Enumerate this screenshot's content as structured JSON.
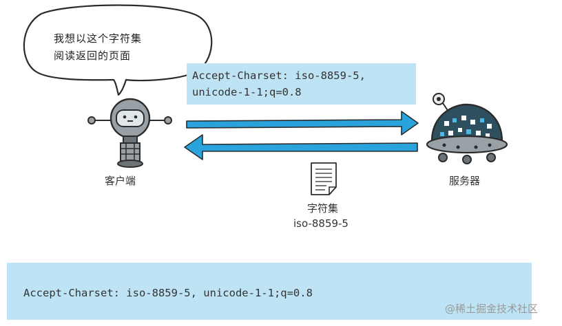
{
  "bubble": {
    "line1": "我想以这个字符集",
    "line2": "阅读返回的页面"
  },
  "request_header": {
    "line1": "Accept-Charset: iso-8859-5,",
    "line2": "unicode-1-1;q=0.8"
  },
  "client": {
    "label": "客户端"
  },
  "server": {
    "label": "服务器"
  },
  "document": {
    "label": "字符集",
    "value": "iso-8859-5"
  },
  "summary": {
    "text": "Accept-Charset: iso-8859-5, unicode-1-1;q=0.8"
  },
  "watermark": {
    "text": "@稀土掘金技术社区"
  },
  "colors": {
    "arrow": "#2aa3dc",
    "highlight": "#bde3f4",
    "robot_dark": "#2d4f5e",
    "robot_grey": "#9aa1a6"
  }
}
